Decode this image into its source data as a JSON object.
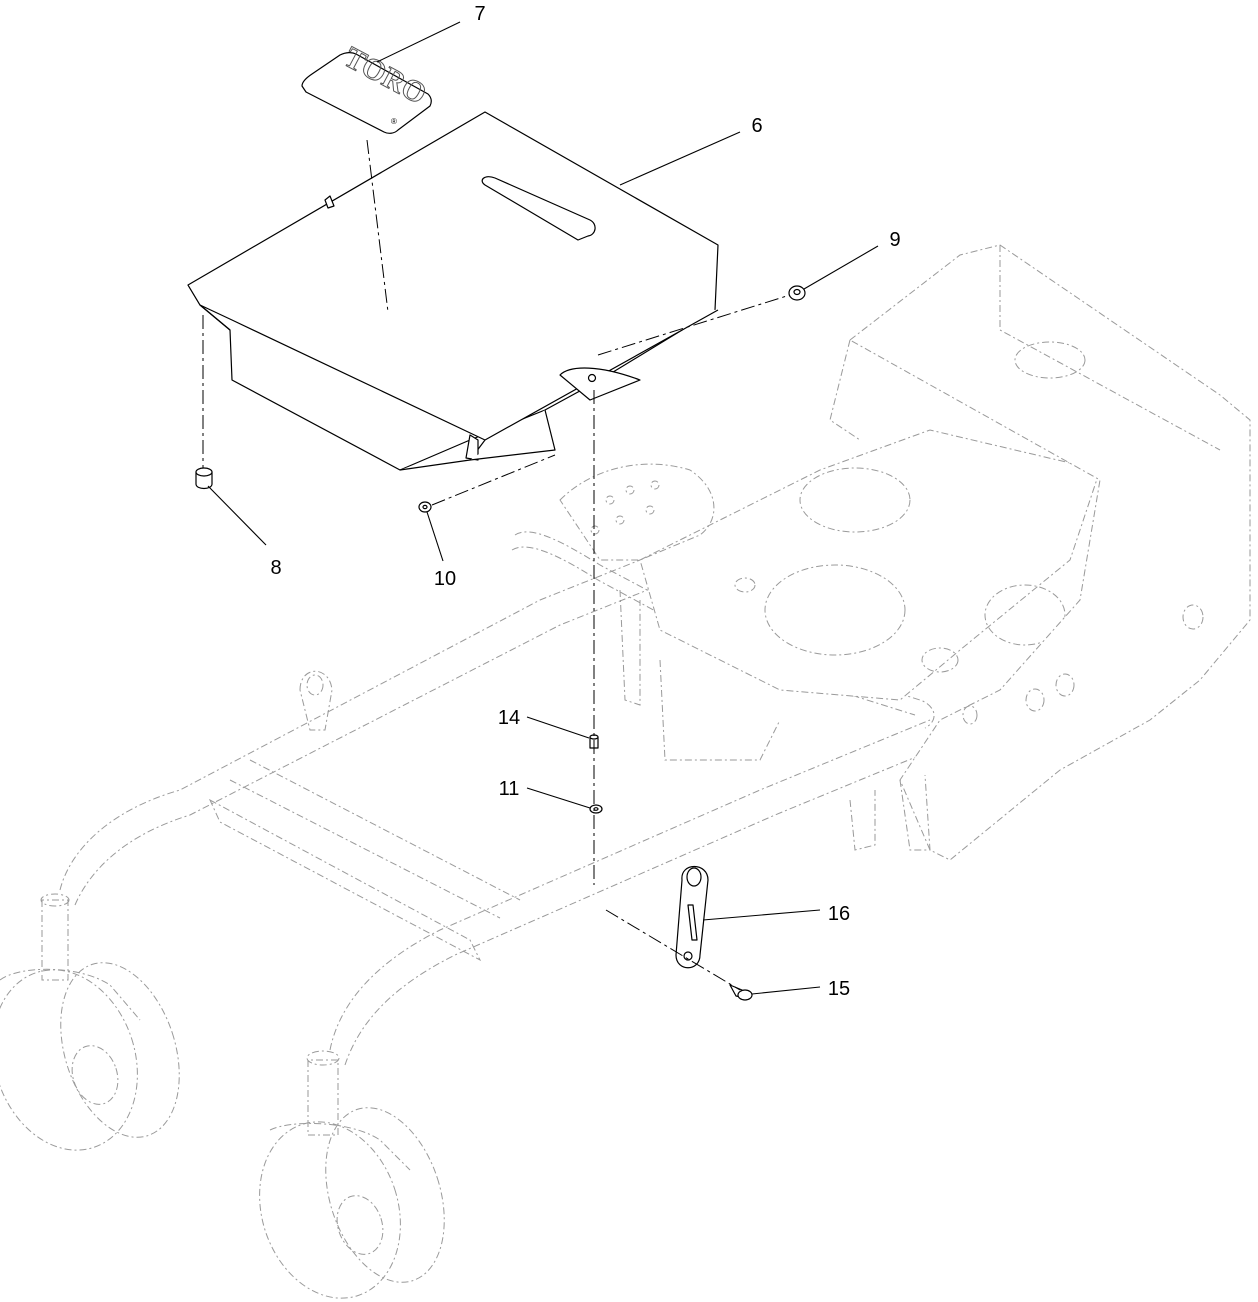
{
  "logo": {
    "text": "TORO",
    "mark": "®"
  },
  "callouts": [
    {
      "id": "c7",
      "label": "7"
    },
    {
      "id": "c6",
      "label": "6"
    },
    {
      "id": "c9",
      "label": "9"
    },
    {
      "id": "c8",
      "label": "8"
    },
    {
      "id": "c10",
      "label": "10"
    },
    {
      "id": "c14",
      "label": "14"
    },
    {
      "id": "c11",
      "label": "11"
    },
    {
      "id": "c16",
      "label": "16"
    },
    {
      "id": "c15",
      "label": "15"
    }
  ]
}
